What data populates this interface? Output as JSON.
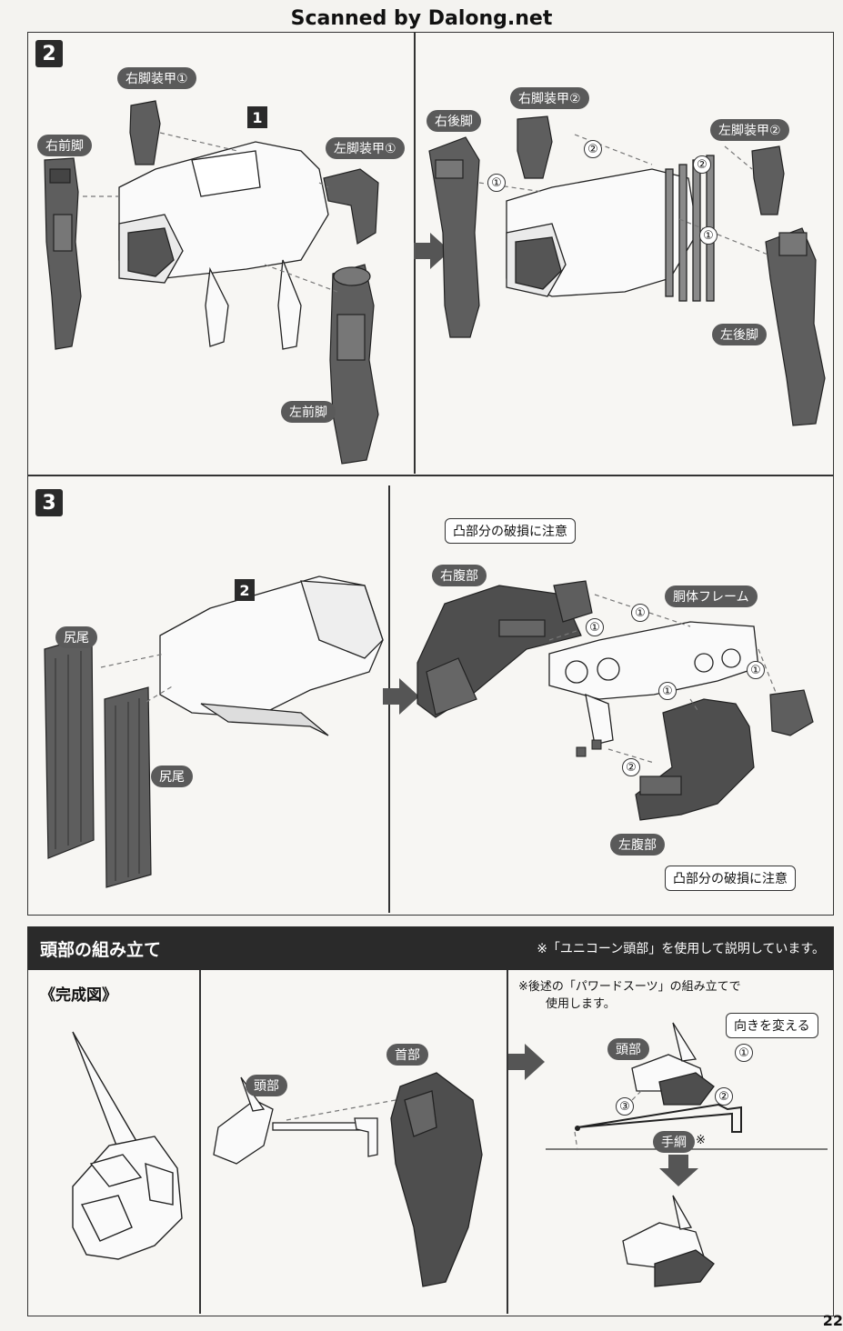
{
  "watermark": "Scanned by Dalong.net",
  "step2": {
    "number": "2",
    "ref_badge": "1",
    "labels": {
      "right_leg_armor_1": "右脚装甲①",
      "right_front_leg": "右前脚",
      "left_leg_armor_1": "左脚装甲①",
      "left_front_leg": "左前脚",
      "right_rear_leg": "右後脚",
      "right_leg_armor_2": "右脚装甲②",
      "left_leg_armor_2": "左脚装甲②",
      "left_rear_leg": "左後脚"
    },
    "steps": [
      "①",
      "②",
      "②",
      "①"
    ]
  },
  "step3": {
    "number": "3",
    "ref_badge": "2",
    "labels": {
      "tail_top": "尻尾",
      "tail_bottom": "尻尾",
      "right_belly": "右腹部",
      "body_frame": "胴体フレーム",
      "left_belly": "左腹部"
    },
    "callouts": {
      "caution_top": "凸部分の破損に注意",
      "caution_bottom": "凸部分の破損に注意"
    },
    "steps": [
      "①",
      "①",
      "①",
      "①",
      "②"
    ]
  },
  "head_section": {
    "title": "頭部の組み立て",
    "note": "※「ユニコーン頭部」を使用して説明しています。",
    "complete_title": "《完成図》",
    "labels": {
      "head": "頭部",
      "neck": "首部",
      "head_right": "頭部",
      "reins": "手綱",
      "reins_mark": "※"
    },
    "later_note_line1": "※後述の「パワードスーツ」の組み立てで",
    "later_note_line2": "使用します。",
    "callout_turn": "向きを変える",
    "steps": [
      "①",
      "②",
      "③"
    ]
  },
  "page_number": "22"
}
